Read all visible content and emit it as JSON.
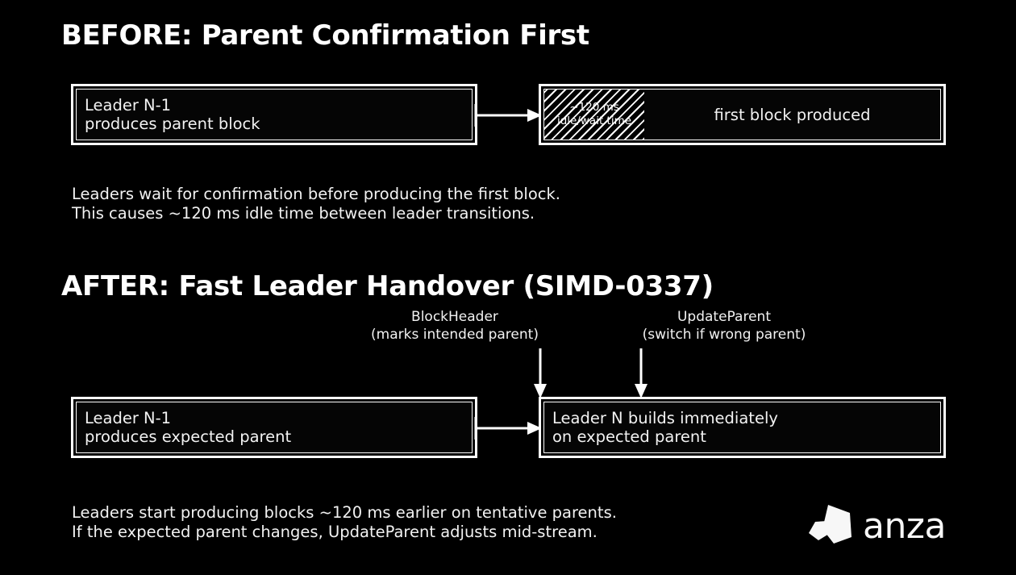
{
  "page": {
    "background_color": "#000000",
    "foreground_color": "#ffffff"
  },
  "before_section": {
    "heading": "BEFORE: Parent Confirmation First",
    "left_box": {
      "line1": "Leader N-1",
      "line2": "produces parent block"
    },
    "right_box": {
      "hatch_line1": "~120 ms",
      "hatch_line2": "idle/wait time",
      "label": "first block produced"
    },
    "flow_arrow": "right-arrow-icon",
    "caption_line1": "Leaders wait for confirmation before producing the first block.",
    "caption_line2": "This causes ~120 ms idle time between leader transitions."
  },
  "after_section": {
    "heading": "AFTER: Fast Leader Handover (SIMD-0337)",
    "annotations": [
      {
        "title": "BlockHeader",
        "subtitle": "(marks intended parent)",
        "arrow": "down-arrow-icon"
      },
      {
        "title": "UpdateParent",
        "subtitle": "(switch if wrong parent)",
        "arrow": "down-arrow-icon"
      }
    ],
    "left_box": {
      "line1": "Leader N-1",
      "line2": "produces expected parent"
    },
    "right_box": {
      "line1": "Leader N builds immediately",
      "line2": "on expected parent"
    },
    "flow_arrow": "right-arrow-icon",
    "caption_line1": "Leaders start producing blocks ~120 ms earlier on tentative parents.",
    "caption_line2": "If the expected parent changes, UpdateParent adjusts mid-stream."
  },
  "logo": {
    "wordmark": "anza",
    "mark": "anza-mark-icon",
    "color": "#f7f7f7"
  }
}
